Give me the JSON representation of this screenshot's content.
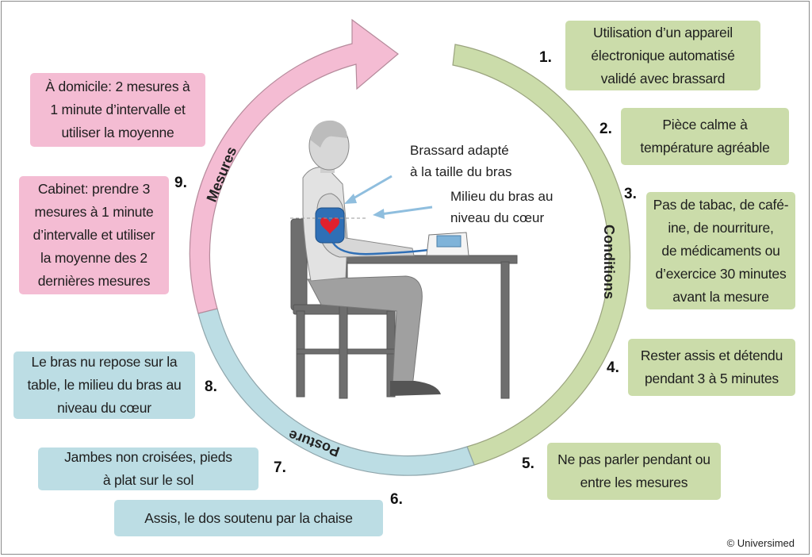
{
  "boxes": [
    {
      "key": "1",
      "text": "Utilisation d’un appareil\nélectronique automatisé\nvalidé avec brassard",
      "color": "#cbdcaa"
    },
    {
      "key": "2",
      "text": "Pièce calme à\ntempérature agréable",
      "color": "#cbdcaa"
    },
    {
      "key": "3",
      "text": "Pas de tabac, de café-\nine, de nourriture,\nde médicaments ou\nd’exercice 30 minutes\navant la mesure",
      "color": "#cbdcaa"
    },
    {
      "key": "4",
      "text": "Rester assis et détendu\npendant 3 à 5 minutes",
      "color": "#cbdcaa"
    },
    {
      "key": "5",
      "text": "Ne pas parler pendant ou\nentre les mesures",
      "color": "#cbdcaa"
    },
    {
      "key": "6",
      "text": "Assis, le dos soutenu par la chaise",
      "color": "#bcdde4"
    },
    {
      "key": "7",
      "text": "Jambes non croisées, pieds\nà plat sur le sol",
      "color": "#bcdde4"
    },
    {
      "key": "8",
      "text": "Le bras nu repose sur la\ntable, le milieu du bras au\nniveau du cœur",
      "color": "#bcdde4"
    },
    {
      "key": "9a",
      "text": "Cabinet: prendre 3\nmesures à 1 minute\nd’intervalle et utiliser\nla moyenne des 2\ndernières mesures",
      "color": "#f4bcd3"
    },
    {
      "key": "9b",
      "text": "À domicile: 2 mesures à\n1 minute d’intervalle et\nutiliser la moyenne",
      "color": "#f4bcd3"
    }
  ],
  "numbers": [
    "1.",
    "2.",
    "3.",
    "4.",
    "5.",
    "6.",
    "7.",
    "8.",
    "9."
  ],
  "segments": {
    "conditions": {
      "label": "Conditions",
      "color": "#cbdcaa"
    },
    "posture": {
      "label": "Posture",
      "color": "#bcdde4"
    },
    "mesures": {
      "label": "Mesures",
      "color": "#f4bcd3"
    }
  },
  "annotations": {
    "cuff": "Brassard adapté\nà la taille du bras",
    "heart_level": "Milieu du bras au\nniveau du cœur"
  },
  "credit": "© Universimed"
}
